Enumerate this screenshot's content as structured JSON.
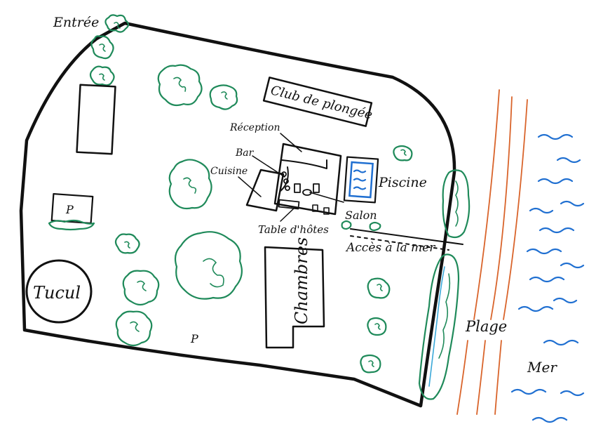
{
  "labels": {
    "entree": "Entrée",
    "club_plongee": "Club de plongée",
    "reception": "Réception",
    "bar": "Bar",
    "cuisine": "Cuisine",
    "piscine": "Piscine",
    "salon": "Salon",
    "table_hotes": "Table d'hôtes",
    "acces_mer": "Accès à la mer",
    "chambres": "Chambres",
    "tucul": "Tucul",
    "parking_1": "P",
    "parking_2": "P",
    "plage": "Plage",
    "mer": "Mer"
  },
  "colors": {
    "ink": "#111111",
    "vegetation": "#1f8a5a",
    "water": "#1f6fd1",
    "sand_lines": "#d9642b"
  },
  "icons": [
    "tree-cluster-icon",
    "pool-icon",
    "wave-icon"
  ]
}
